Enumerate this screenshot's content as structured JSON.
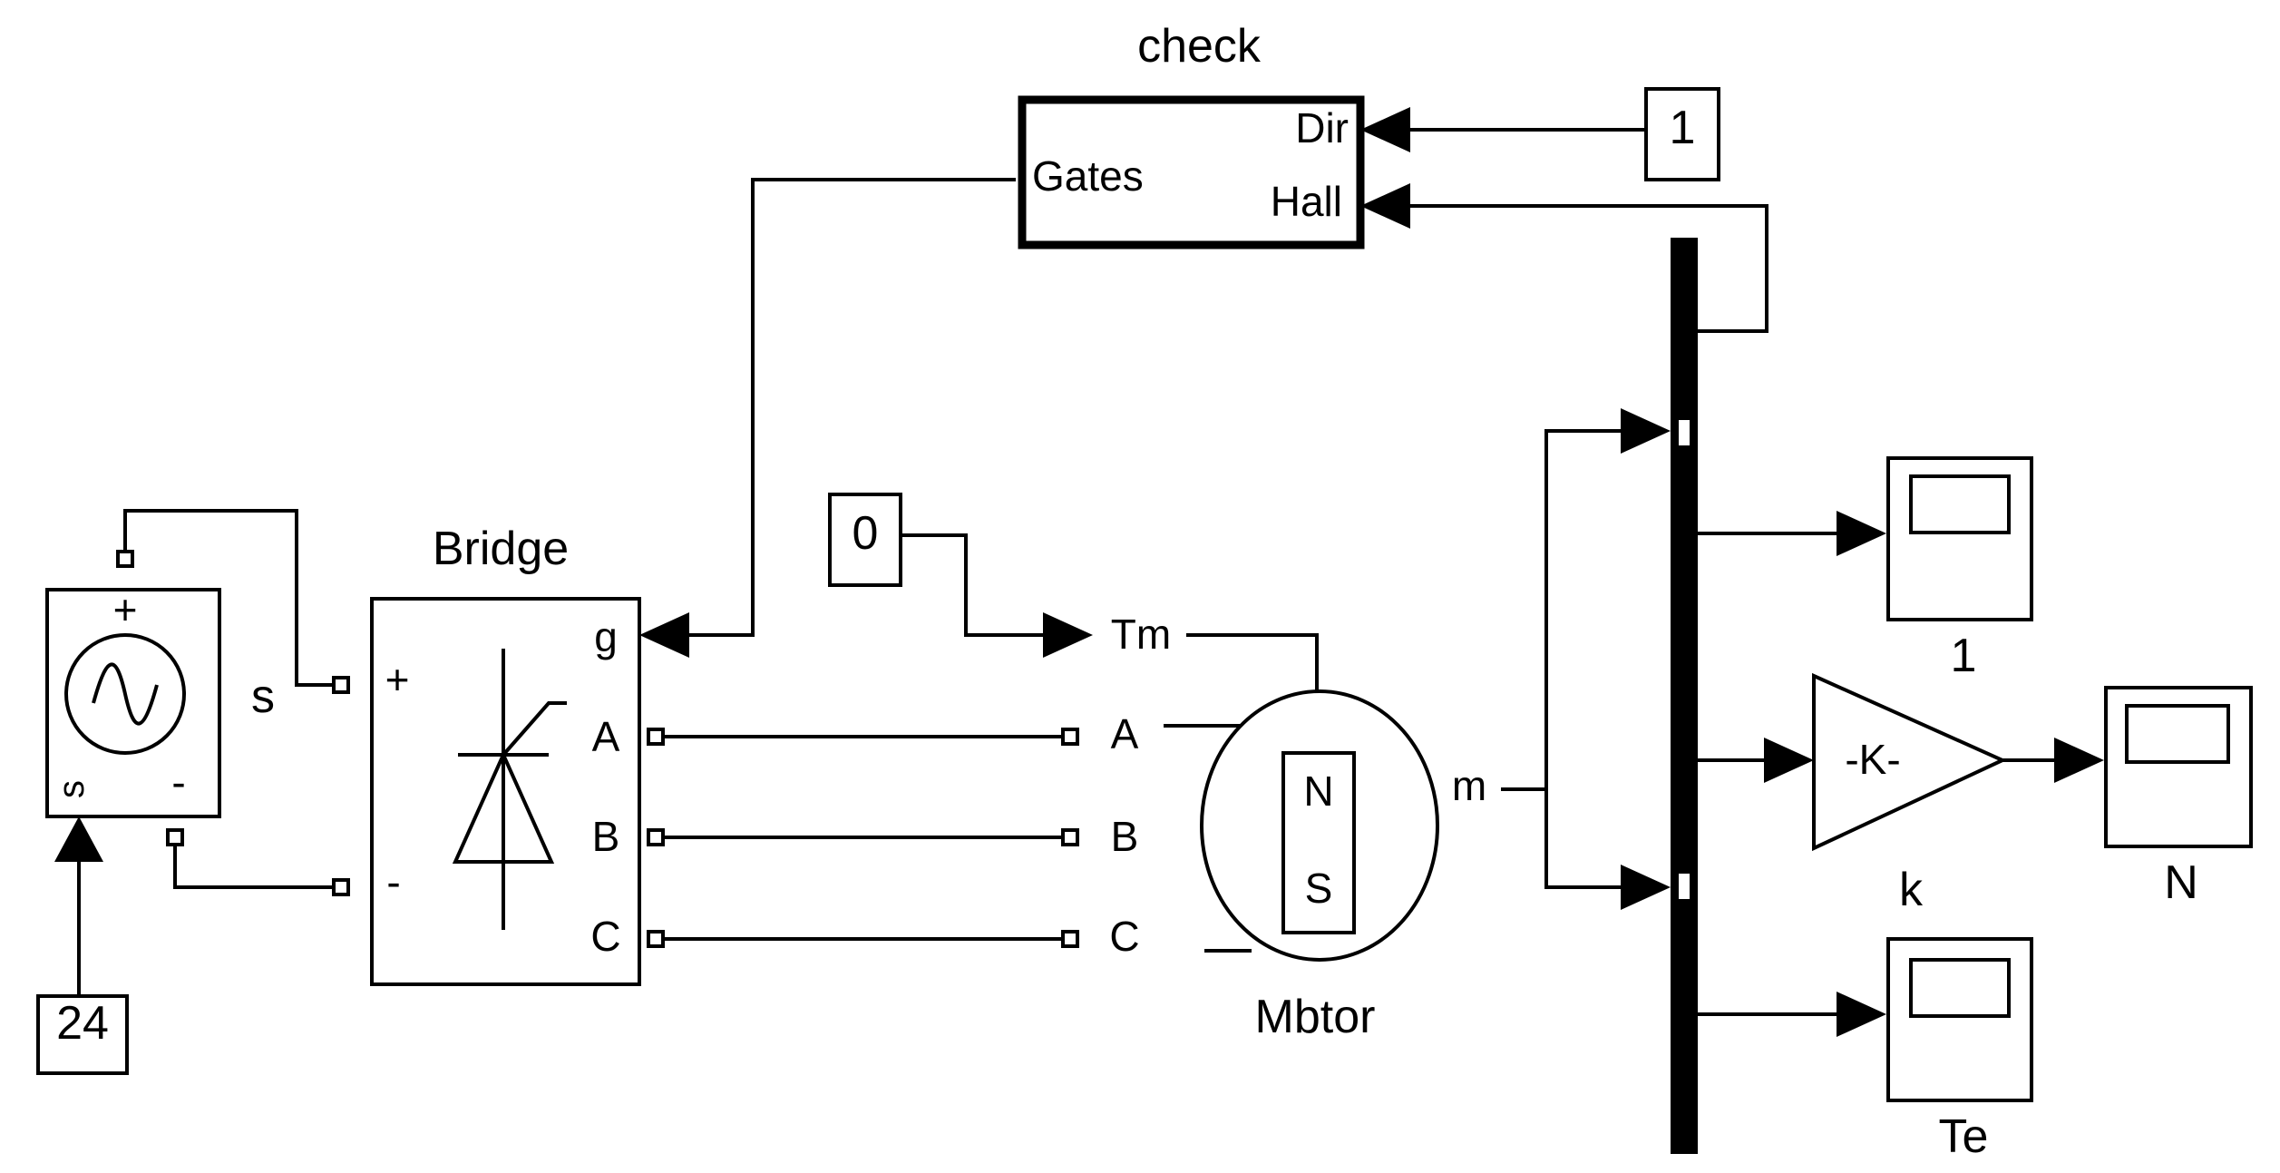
{
  "blocks": {
    "check": {
      "title": "check",
      "port_dir": "Dir",
      "port_hall": "Hall",
      "port_gates": "Gates"
    },
    "const_dir": {
      "value": "1"
    },
    "const_tm": {
      "value": "0"
    },
    "const_v": {
      "value": "24"
    },
    "source": {
      "label": "s",
      "plus": "+",
      "minus": "-",
      "inner_s": "s"
    },
    "bridge": {
      "title": "Bridge",
      "plus": "+",
      "minus": "-",
      "port_g": "g",
      "port_a": "A",
      "port_b": "B",
      "port_c": "C"
    },
    "motor": {
      "title": "Mbtor",
      "port_tm": "Tm",
      "port_a": "A",
      "port_b": "B",
      "port_c": "C",
      "port_m": "m",
      "mag_n": "N",
      "mag_s": "S"
    },
    "gain": {
      "text": "-K-",
      "label": "k"
    },
    "scope1": {
      "label": "1"
    },
    "scopeN": {
      "label": "N"
    },
    "scopeTe": {
      "label": "Te"
    }
  },
  "icons": [
    "sine-wave-icon",
    "thyristor-icon",
    "magnet-icon",
    "scope-icon",
    "gain-triangle-icon",
    "demux-bar-icon"
  ],
  "colors": {
    "stroke": "#000000",
    "background": "#ffffff"
  }
}
